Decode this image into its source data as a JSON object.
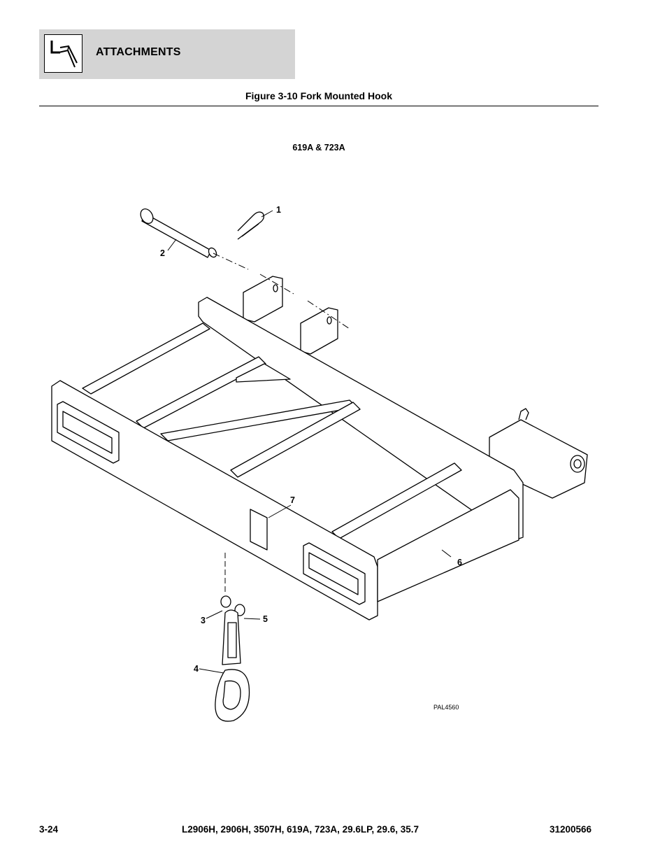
{
  "header": {
    "section_title": "ATTACHMENTS",
    "icon": "attachment-section-icon"
  },
  "figure": {
    "title": "Figure 3-10 Fork Mounted Hook",
    "model_label": "619A & 723A",
    "drawing_number": "PAL4560"
  },
  "callouts": [
    "1",
    "2",
    "3",
    "4",
    "5",
    "6",
    "7"
  ],
  "footer": {
    "page_number": "3-24",
    "models": "L2906H, 2906H, 3507H, 619A, 723A, 29.6LP, 29.6, 35.7",
    "document_number": "31200566"
  }
}
